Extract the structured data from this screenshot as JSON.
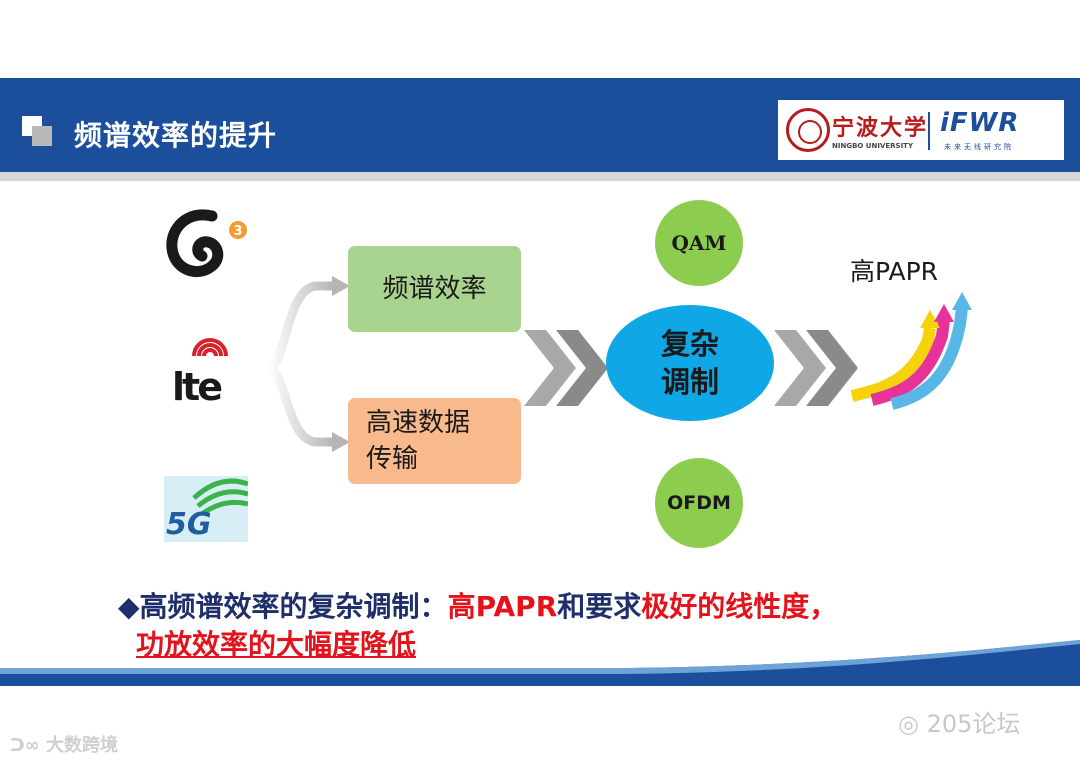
{
  "header": {
    "title": "频谱效率的提升",
    "university_cn": "宁波大学",
    "university_en": "NINGBO UNIVERSITY",
    "lab_logo": "iFWR",
    "lab_cn": "未来无线研究院"
  },
  "left_logos": [
    "3g-logo",
    "lte-logo",
    "5g-logo"
  ],
  "boxes": {
    "spectrum_efficiency": "频谱效率",
    "high_speed_line1": "高速数据",
    "high_speed_line2": "传输"
  },
  "center": {
    "qam": "QAM",
    "modulation_line1": "复杂",
    "modulation_line2": "调制",
    "ofdm": "OFDM"
  },
  "right": {
    "result": "高PAPR"
  },
  "bottom": {
    "bullet": "◆",
    "part1": "高频谱效率的复杂调制：",
    "part2": "高PAPR",
    "part3": "和要求",
    "part4": "极好的线性度，",
    "line2": "功放效率的大幅度降低"
  },
  "watermarks": {
    "right": "205论坛",
    "left": "大数跨境"
  },
  "colors": {
    "header_blue": "#1b4f9c",
    "green_box": "#a9d48f",
    "orange_box": "#f8b98c",
    "circle_green": "#8ccd50",
    "circle_blue": "#10a7e6",
    "emphasis_red": "#e3121b",
    "text_navy": "#1f2f6b"
  }
}
